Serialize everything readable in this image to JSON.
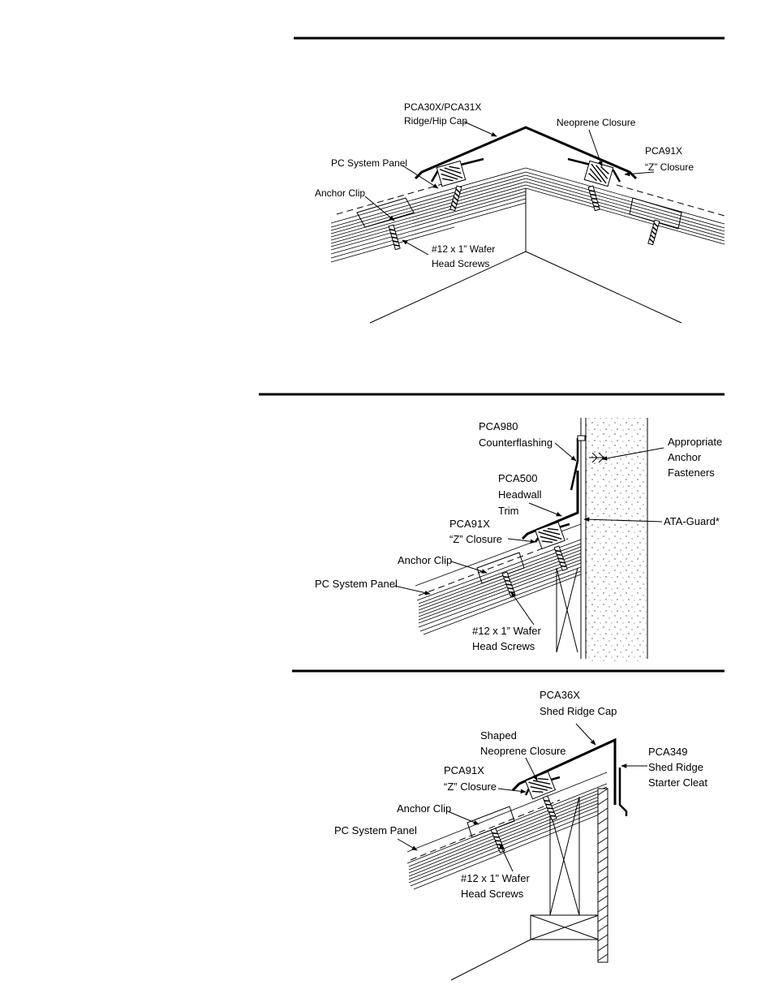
{
  "detail_1": {
    "ridge_cap": [
      "PCA30X/PCA31X",
      "Ridge/Hip Cap"
    ],
    "neoprene": "Neoprene Closure",
    "z_closure": [
      "PCA91X",
      "“Z” Closure"
    ],
    "panel": "PC System Panel",
    "anchor_clip": "Anchor Clip",
    "screws": [
      "#12 x 1” Wafer",
      "Head Screws"
    ]
  },
  "detail_2": {
    "counterflashing": [
      "PCA980",
      "Counterflashing"
    ],
    "headwall": [
      "PCA500",
      "Headwall",
      "Trim"
    ],
    "z_closure": [
      "PCA91X",
      "“Z” Closure"
    ],
    "anchor_clip": "Anchor Clip",
    "panel": "PC System Panel",
    "screws": [
      "#12 x 1” Wafer",
      "Head Screws"
    ],
    "fasteners": [
      "Appropriate",
      "Anchor",
      "Fasteners"
    ],
    "ata_guard": "ATA-Guard*"
  },
  "detail_3": {
    "shed_cap": [
      "PCA36X",
      "Shed Ridge Cap"
    ],
    "shaped_closure": [
      "Shaped",
      "Neoprene Closure"
    ],
    "z_closure": [
      "PCA91X",
      "“Z” Closure"
    ],
    "anchor_clip": "Anchor Clip",
    "panel": "PC System Panel",
    "screws": [
      "#12 x 1” Wafer",
      "Head Screws"
    ],
    "starter_cleat": [
      "PCA349",
      "Shed Ridge",
      "Starter Cleat"
    ]
  }
}
